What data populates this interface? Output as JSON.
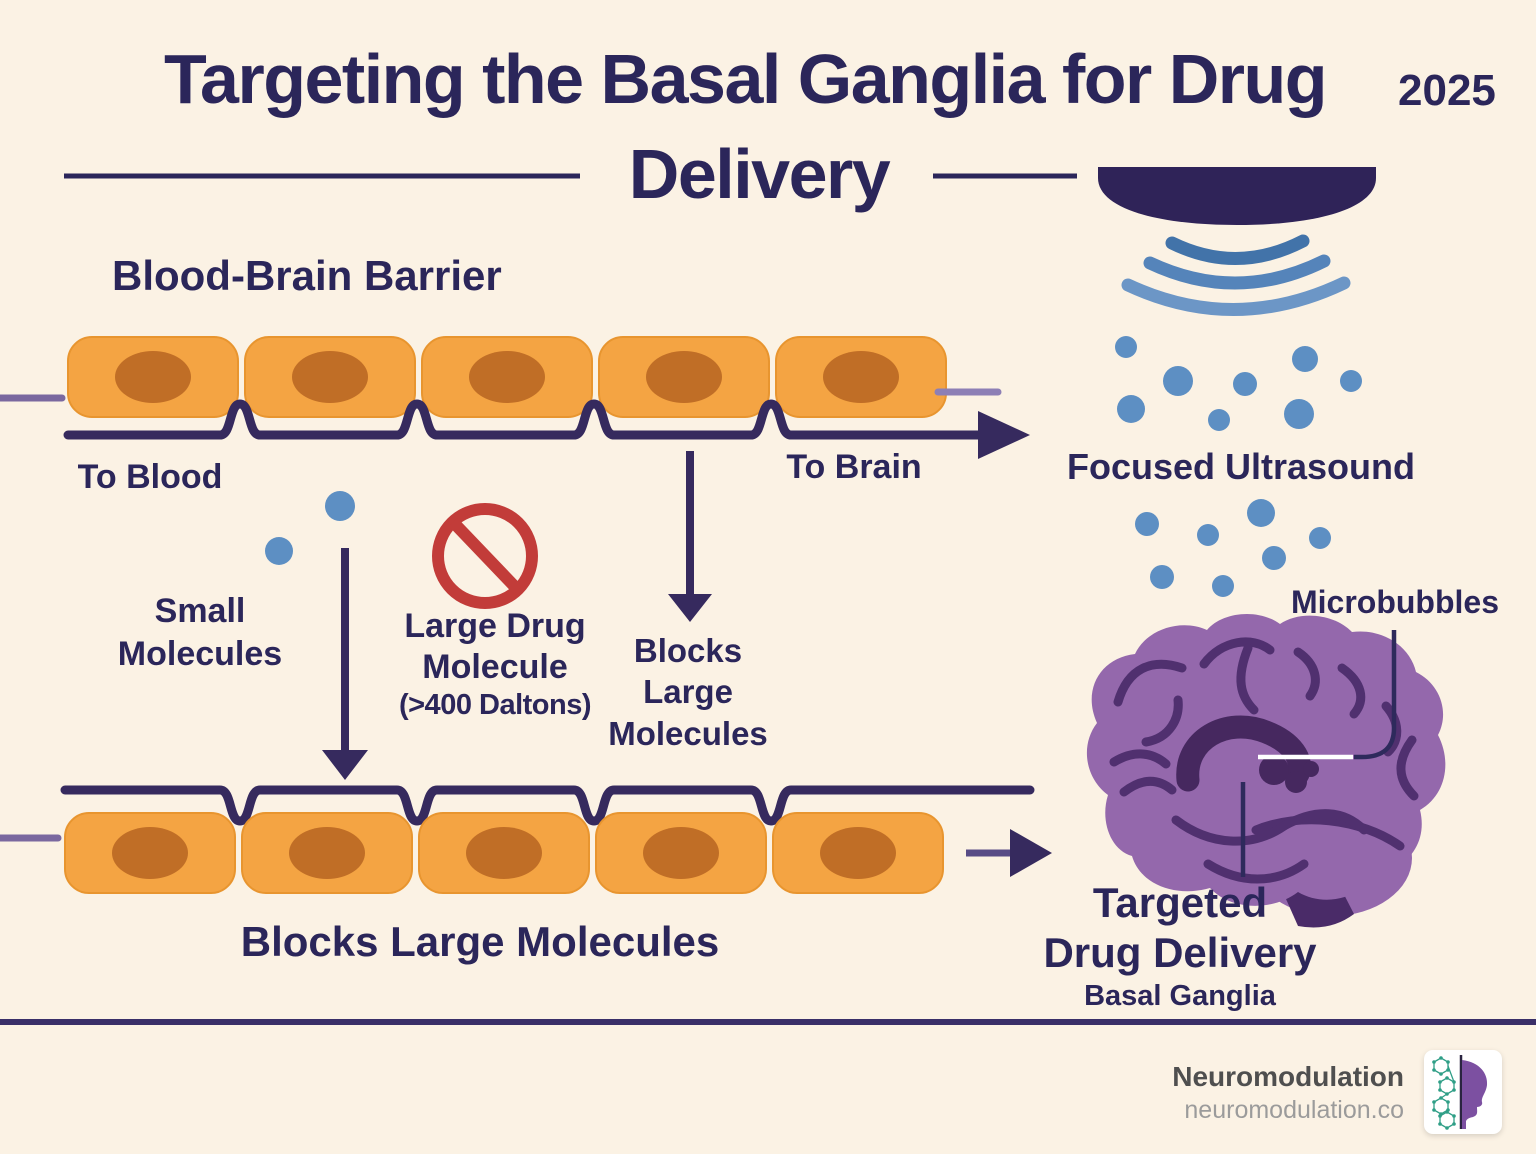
{
  "header": {
    "title_line1": "Targeting the Basal Ganglia for Drug",
    "title_line2": "Delivery",
    "year": "2025"
  },
  "bbb": {
    "heading": "Blood-Brain Barrier",
    "to_blood": "To Blood",
    "to_brain": "To Brain",
    "small_molecules_l1": "Small",
    "small_molecules_l2": "Molecules",
    "large_drug_l1": "Large Drug",
    "large_drug_l2": "Molecule",
    "large_drug_l3": "(>400 Daltons)",
    "blocks_mid_l1": "Blocks",
    "blocks_mid_l2": "Large",
    "blocks_mid_l3": "Molecules",
    "blocks_bottom": "Blocks Large Molecules",
    "cells_per_row": 5,
    "rows": 2
  },
  "ultrasound": {
    "label": "Focused Ultrasound",
    "microbubbles_label": "Microbubbles",
    "wave_count": 3
  },
  "delivery": {
    "line1": "Targeted",
    "line2": "Drug Delivery",
    "caption": "Basal Ganglia"
  },
  "footer": {
    "brand": "Neuromodulation",
    "url": "neuromodulation.co"
  },
  "colors": {
    "background": "#FBF2E4",
    "navy_text": "#2B265A",
    "junction_line": "#362A5E",
    "cell_orange": "#F4A443",
    "nucleus_orange": "#C06E26",
    "microbubble_blue": "#5D8FC3",
    "wave_blue": "#4273A9",
    "prohibition_red": "#C23C39",
    "brain_purple": "#9468AC",
    "brain_dark_purple": "#50306F",
    "basal_ganglia_dark": "#46285F",
    "lavender_line": "#7A689F"
  }
}
